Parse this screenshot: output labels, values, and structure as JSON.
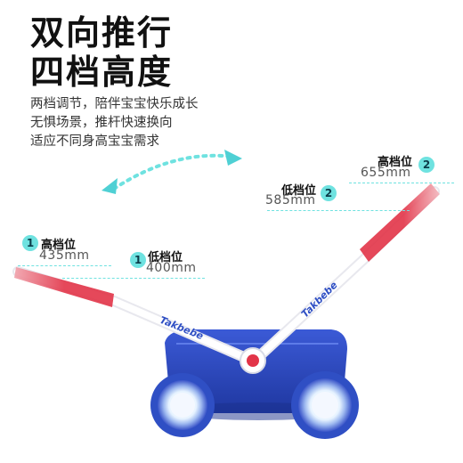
{
  "headline": {
    "line1": "双向推行",
    "line2": "四档高度"
  },
  "description": {
    "line1": "两档调节，陪伴宝宝快乐成长",
    "line2": "无惧场景，推杆快速换向",
    "line3": "适应不同身高宝宝需求"
  },
  "left_handle": {
    "high": {
      "number": "1",
      "label": "高档位",
      "height": "435mm"
    },
    "low": {
      "number": "1",
      "label": "低档位",
      "height": "400mm"
    }
  },
  "right_handle": {
    "high": {
      "number": "2",
      "label": "高档位",
      "height": "655mm"
    },
    "low": {
      "number": "2",
      "label": "低档位",
      "height": "585mm"
    }
  },
  "brand": {
    "left": "Takbebe",
    "right": "Takbebe"
  },
  "colors": {
    "accent": "#6fe2e0",
    "handle_red": "#e8344a",
    "body_blue": "#2f4fc4"
  }
}
